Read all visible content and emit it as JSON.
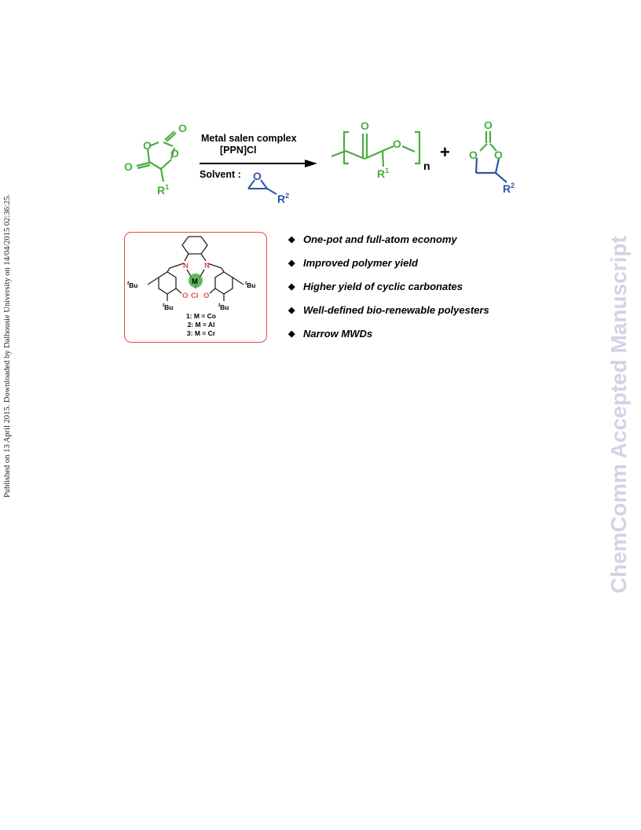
{
  "sidebar_note": "Published on 13 April 2015. Downloaded by Dalhousie University on 14/04/2015 02:36:25.",
  "watermark": "ChemComm Accepted Manuscript",
  "colors": {
    "green": "#4aac3f",
    "blue": "#2a57a7",
    "red": "#e44a48",
    "watermark": "#d4d2e4"
  },
  "scheme": {
    "reactant": {
      "atoms": [
        "O",
        "O",
        "O",
        "O"
      ],
      "substituent": "R",
      "substituent_sup": "1"
    },
    "conditions": {
      "line1": "Metal salen complex",
      "line2": "[PPN]Cl",
      "solvent_label": "Solvent :",
      "epoxide": {
        "atom": "O",
        "substituent": "R",
        "substituent_sup": "2"
      }
    },
    "polymer": {
      "carbonyl_o": "O",
      "ester_o": "O",
      "substituent": "R",
      "substituent_sup": "1",
      "repeat": "n"
    },
    "plus": "+",
    "cyclic_carbonate": {
      "atoms": [
        "O",
        "O",
        "O"
      ],
      "substituent": "R",
      "substituent_sup": "2"
    }
  },
  "catalyst": {
    "atoms": {
      "n_left": "N",
      "n_right": "N",
      "metal": "M",
      "o_left": "O",
      "o_right": "O",
      "cl": "Cl"
    },
    "tbu_prefix": "t",
    "tbu_suffix": "Bu",
    "labels": [
      "1: M = Co",
      "2: M = Al",
      "3: M = Cr"
    ]
  },
  "bullet_symbol": "◆",
  "features": [
    "One-pot and full-atom economy",
    "Improved polymer yield",
    "Higher yield of cyclic carbonates",
    "Well-defined bio-renewable polyesters",
    "Narrow MWDs"
  ]
}
